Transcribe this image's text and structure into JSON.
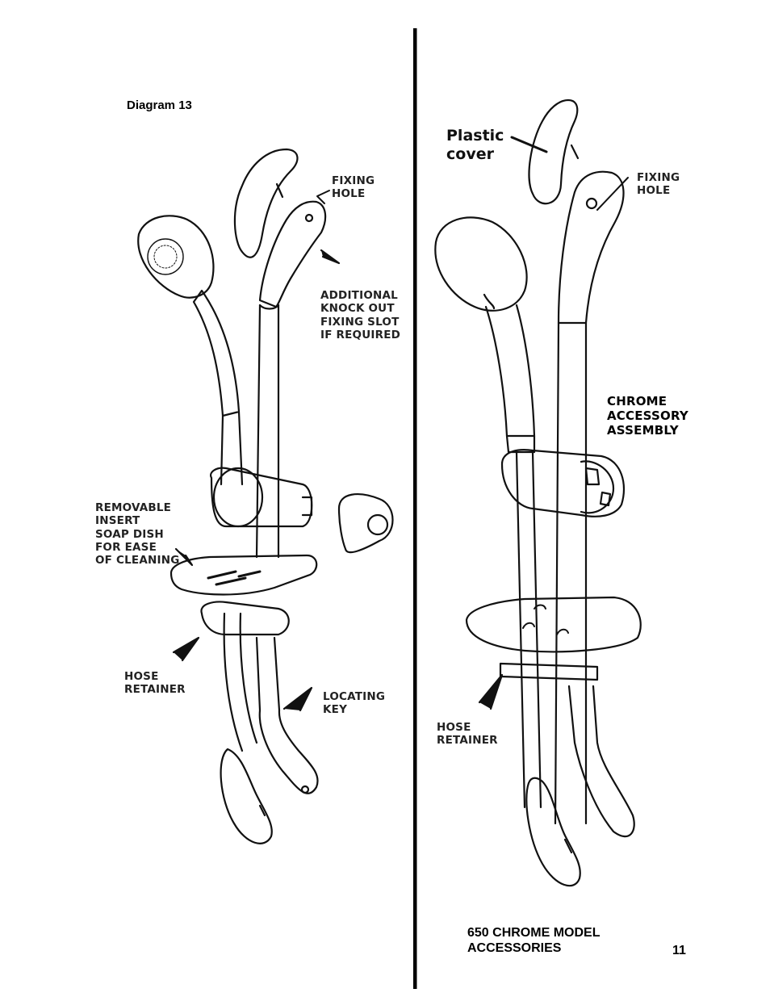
{
  "left": {
    "heading": "Diagram 13",
    "labels": {
      "fixing_hole": [
        "FIXING",
        "HOLE"
      ],
      "knockout_slot": [
        "ADDITIONAL",
        "KNOCK OUT",
        "FIXING SLOT",
        "IF REQUIRED"
      ],
      "soap_dish": [
        "REMOVABLE",
        "INSERT",
        "SOAP DISH",
        "FOR EASE",
        "OF CLEANING"
      ],
      "hose_retainer": [
        "HOSE",
        "RETAINER"
      ],
      "locating_key": [
        "LOCATING",
        "KEY"
      ]
    }
  },
  "right": {
    "labels": {
      "plastic_cover": [
        "Plastic",
        "cover"
      ],
      "fixing_hole": [
        "FIXING",
        "HOLE"
      ],
      "chrome_assembly": [
        "CHROME",
        "ACCESSORY",
        "ASSEMBLY"
      ],
      "hose_retainer": [
        "HOSE",
        "RETAINER"
      ]
    },
    "caption": [
      "650 CHROME MODEL",
      "ACCESSORIES"
    ]
  },
  "page_number": "11"
}
